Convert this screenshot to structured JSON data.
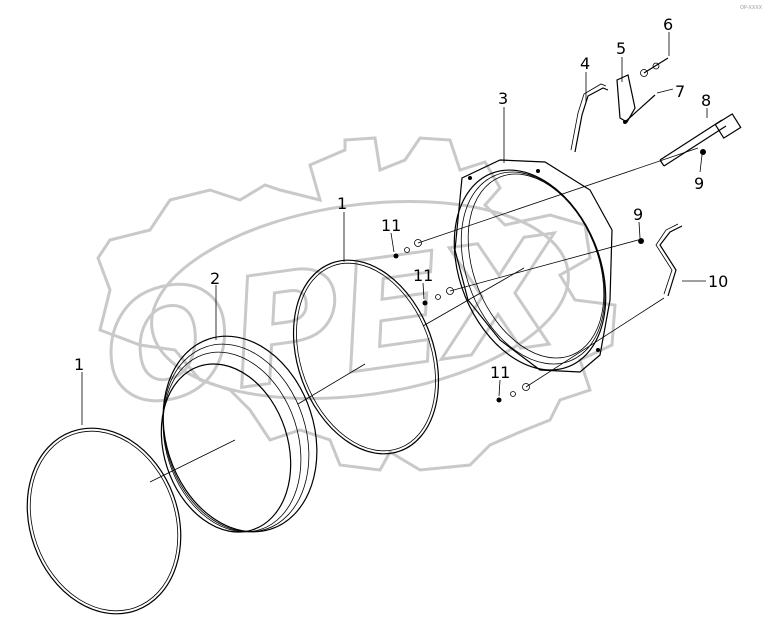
{
  "corner_code": "OP-XXXX",
  "watermark": {
    "text": "OPEX",
    "color": "#c9c9c9"
  },
  "callouts": [
    {
      "id": "c1a",
      "text": "1"
    },
    {
      "id": "c2",
      "text": "2"
    },
    {
      "id": "c1b",
      "text": "1"
    },
    {
      "id": "c3",
      "text": "3"
    },
    {
      "id": "c4",
      "text": "4"
    },
    {
      "id": "c5",
      "text": "5"
    },
    {
      "id": "c6",
      "text": "6"
    },
    {
      "id": "c7",
      "text": "7"
    },
    {
      "id": "c8",
      "text": "8"
    },
    {
      "id": "c9a",
      "text": "9"
    },
    {
      "id": "c9b",
      "text": "9"
    },
    {
      "id": "c10",
      "text": "10"
    },
    {
      "id": "c11a",
      "text": "11"
    },
    {
      "id": "c11b",
      "text": "11"
    },
    {
      "id": "c11c",
      "text": "11"
    }
  ]
}
